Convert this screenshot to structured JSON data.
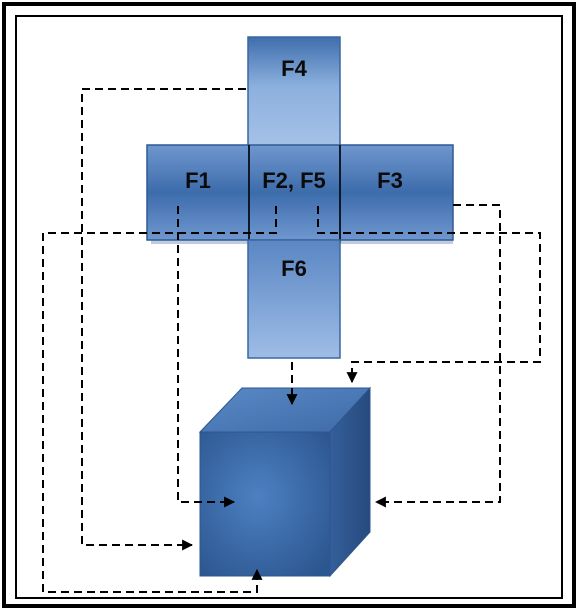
{
  "diagram": {
    "faces": {
      "f4": "F4",
      "f1": "F1",
      "f25": "F2, F5",
      "f3": "F3",
      "f6": "F6"
    },
    "colors": {
      "face_light": "#8fb0dc",
      "face_mid": "#4f81bd",
      "face_dark": "#2b4f84",
      "cube_front": "#3a6aa8",
      "cube_top": "#4a7bbb",
      "cube_side": "#2e5690",
      "arrow": "#000000",
      "frame": "#000000"
    }
  }
}
